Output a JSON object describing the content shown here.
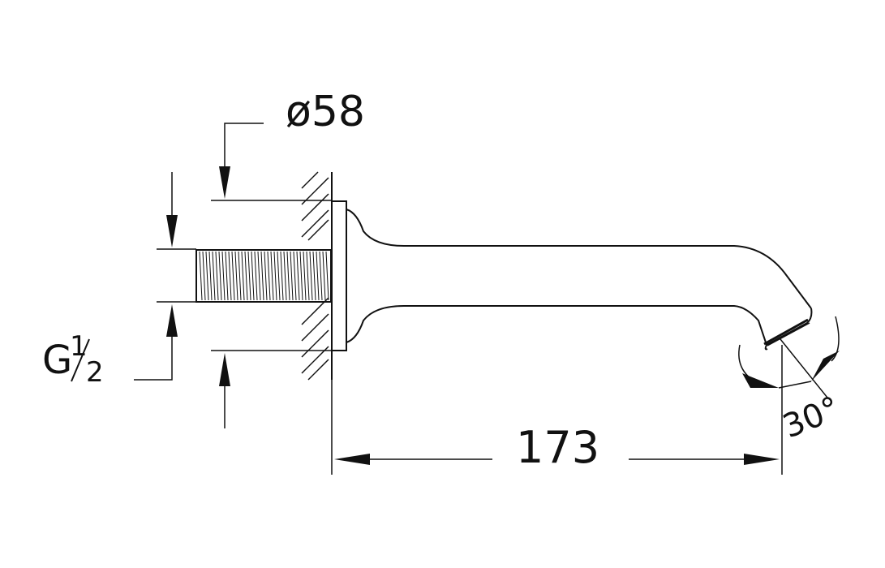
{
  "dimensions": {
    "flange_diameter": "ø58",
    "thread_size_main": "G",
    "thread_size_num": "1",
    "thread_size_den": "2",
    "projection_length": "173",
    "outlet_angle": "30°"
  },
  "colors": {
    "line": "#111111",
    "background": "#ffffff"
  }
}
